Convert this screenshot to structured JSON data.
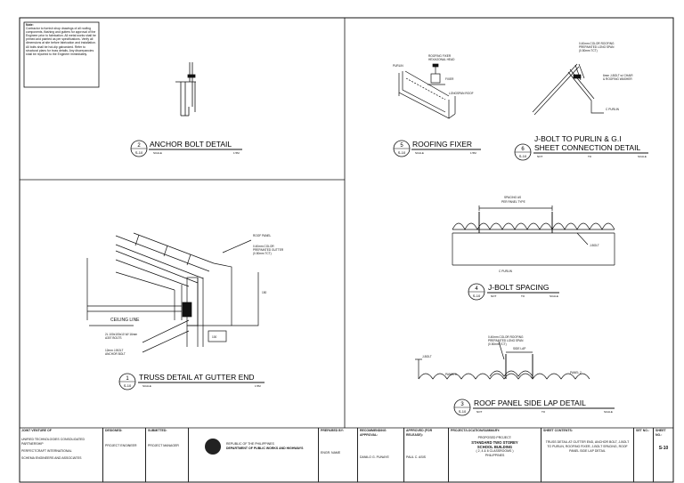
{
  "notes": {
    "heading": "Note:",
    "body": "Contractor to furnish shop drawings of all roofing components, flashing and gutters for approval of the Engineer prior to fabrication. All metal works shall be primed and painted as per specifications. Verify all dimensions at site before fabrication and installation. All bolts shall be hot-dip galvanized. Refer to structural plans for truss details. Any discrepancies shall be reported to the Engineer immediately."
  },
  "details": {
    "anchor_bolt": {
      "num": "2",
      "sheet": "S-10",
      "title": "ANCHOR BOLT DETAIL",
      "scale_label": "SCALE",
      "scale_value": "1:5M"
    },
    "roofing_fixer": {
      "num": "5",
      "sheet": "S-10",
      "title": "ROOFING FIXER",
      "scale_label": "SCALE",
      "scale_value": "1:5M"
    },
    "jbolt_purlin": {
      "num": "6",
      "sheet": "S-10",
      "title_line1": "J-BOLT TO PURLIN & G.I",
      "title_line2": "SHEET CONNECTION DETAIL",
      "nts": "NOT",
      "to": "TO",
      "scale": "SCALE"
    },
    "jbolt_spacing": {
      "num": "4",
      "sheet": "S-10",
      "title": "J-BOLT SPACING",
      "nts": "NOT",
      "to": "TO",
      "scale": "SCALE"
    },
    "truss_gutter": {
      "num": "1",
      "sheet": "S-10",
      "title": "TRUSS DETAIL AT GUTTER END",
      "scale_label": "SCALE",
      "scale_value": "1:5M"
    },
    "side_lap": {
      "num": "3",
      "sheet": "S-10",
      "title": "ROOF PANEL SIDE LAP DETAIL",
      "nts": "NOT",
      "to": "TO",
      "scale": "SCALE"
    }
  },
  "annotations": {
    "fixer": [
      "PURLIN",
      "ROOFING FIXER",
      "HEXAGONAL HEAD",
      "FIXER",
      "LONGSPAN ROOF"
    ],
    "jbolt": [
      "0.40mm COLOR ROOFING",
      "PREPAINTED LONG SPAN",
      "(0.50mm TCT)",
      "6mm J-BOLT w/ CHAIR",
      "& ROOFING WASHER",
      "C PURLIN"
    ],
    "spacing": [
      "J-BOLT",
      "C PURLIN",
      "SPACING AS",
      "PER PANEL TYPE"
    ],
    "truss": [
      "ROOF PANEL",
      "0.40mm COLOR",
      "PREPAINTED GUTTER",
      "(0.50mm TCT)",
      "CEILING LINE",
      "2L 100x100x10 W/ 16mm",
      "A307 BOLTS",
      "12mm J-BOLT",
      "ANCHOR BOLT",
      "150",
      "100"
    ],
    "sidelap": [
      "0.40mm COLOR ROOFING",
      "PREPAINTED LONG SPAN",
      "(0.50mm TCT)",
      "PANEL 1",
      "PANEL 2",
      "SIDE LAP",
      "J-BOLT"
    ]
  },
  "title_block": {
    "joint_venture_label": "JOINT VENTURE OF",
    "firms": [
      "UNIFIED TECHNOLOGIES CONSOLIDATED PARTNERSHIP",
      "PERFECTCRAFT INTERNATIONAL",
      "SCHEMA ENGINEERS AND ASSOCIATES"
    ],
    "designed_label": "DESIGNED:",
    "submitted_label": "SUBMITTED:",
    "designed_by": "PROJECT ENGINEER",
    "submitted_by": "PROJECT MANAGER",
    "agency_line1": "REPUBLIC OF THE PHILIPPINES",
    "agency_line2": "DEPARTMENT OF PUBLIC WORKS AND HIGHWAYS",
    "prepared_label": "PREPARED BY:",
    "recommending_label": "RECOMMENDING APPROVAL:",
    "approved_label": "APPROVED (FOR RELEASE):",
    "project_label": "PROJECT/LOCATION/SUMMARY:",
    "prepared_name": "ENGR. NAME",
    "recommending_name": "DANILO G. PUNAYE",
    "approved_name": "PAUL C. ASIS",
    "project_lines": [
      "PROPOSED PROJECT:",
      "STANDARD TWO STOREY",
      "SCHOOL BUILDING",
      "( 2, 4 & 6 CLASSROOMS )",
      "PHILIPPINES"
    ],
    "sheet_contents_label": "SHEET CONTENTS:",
    "sheet_contents": "TRUSS DETAIL AT GUTTER END, ANCHOR BOLT, J-BOLT TO PURLIN, ROOFING FIXER, J-BOLT SPACING, ROOF PANEL SIDE LAP DETAIL",
    "set_label": "SET NO.:",
    "sheet_label": "SHEET NO.:",
    "sheet_no": "S-10"
  }
}
